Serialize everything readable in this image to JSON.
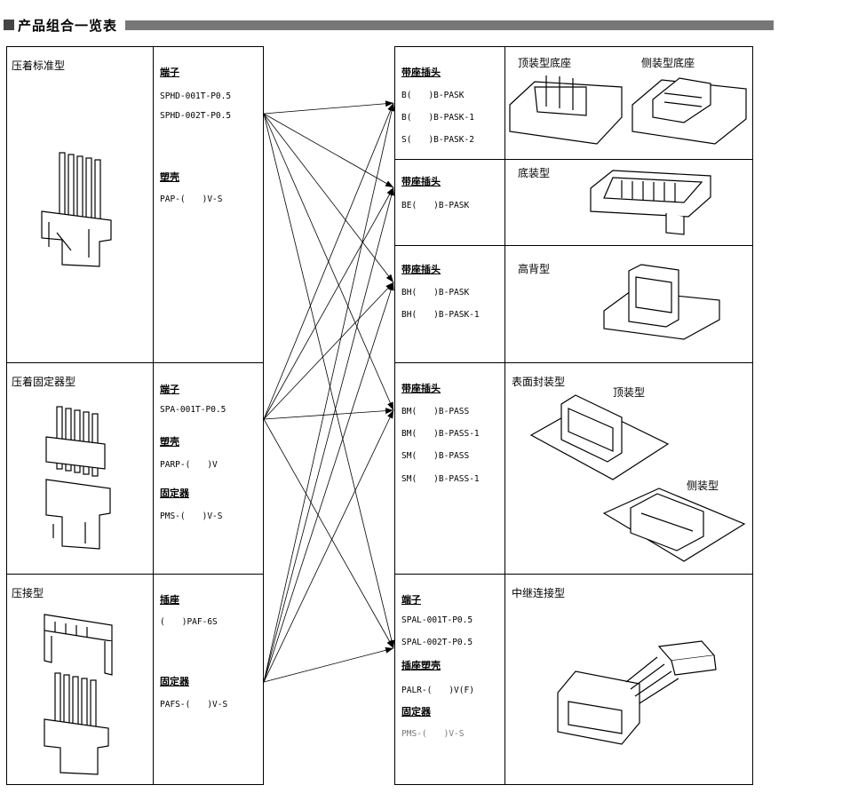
{
  "title": "产品组合一览表",
  "left": [
    {
      "type": "压着标准型",
      "groups": [
        {
          "heading": "端子",
          "parts": [
            "SPHD-001T-P0.5",
            "SPHD-002T-P0.5"
          ]
        },
        {
          "heading": "塑壳",
          "parts": [
            "PAP-(　　)V-S"
          ]
        }
      ]
    },
    {
      "type": "压着固定器型",
      "groups": [
        {
          "heading": "端子",
          "parts": [
            "SPA-001T-P0.5"
          ]
        },
        {
          "heading": "塑壳",
          "parts": [
            "PARP-(　　)V"
          ]
        },
        {
          "heading": "固定器",
          "parts": [
            "PMS-(　　)V-S"
          ]
        }
      ]
    },
    {
      "type": "压接型",
      "groups": [
        {
          "heading": "插座",
          "parts": [
            "(　　)PAF-6S"
          ]
        },
        {
          "heading": "固定器",
          "parts": [
            "PAFS-(　　)V-S"
          ]
        }
      ]
    }
  ],
  "right": [
    {
      "heading": "带座插头",
      "parts": [
        "B(　　)B-PASK",
        "B(　　)B-PASK-1",
        "S(　　)B-PASK-2"
      ],
      "images": [
        "顶装型底座",
        "侧装型底座"
      ]
    },
    {
      "heading": "带座插头",
      "parts": [
        "BE(　　)B-PASK"
      ],
      "images": [
        "底装型"
      ]
    },
    {
      "heading": "带座插头",
      "parts": [
        "BH(　　)B-PASK",
        "BH(　　)B-PASK-1"
      ],
      "images": [
        "高背型"
      ]
    },
    {
      "heading": "带座插头",
      "parts": [
        "BM(　　)B-PASS",
        "BM(　　)B-PASS-1",
        "SM(　　)B-PASS",
        "SM(　　)B-PASS-1"
      ],
      "images": [
        "表面封装型",
        "顶装型",
        "侧装型"
      ]
    },
    {
      "groups": [
        {
          "heading": "端子",
          "parts": [
            "SPAL-001T-P0.5",
            "SPAL-002T-P0.5"
          ]
        },
        {
          "heading": "插座塑壳",
          "parts": [
            "PALR-(　　)V(F)"
          ]
        },
        {
          "heading": "固定器",
          "parts": [
            "PMS-(　　)V-S"
          ]
        }
      ],
      "images": [
        "中继连接型"
      ]
    }
  ]
}
